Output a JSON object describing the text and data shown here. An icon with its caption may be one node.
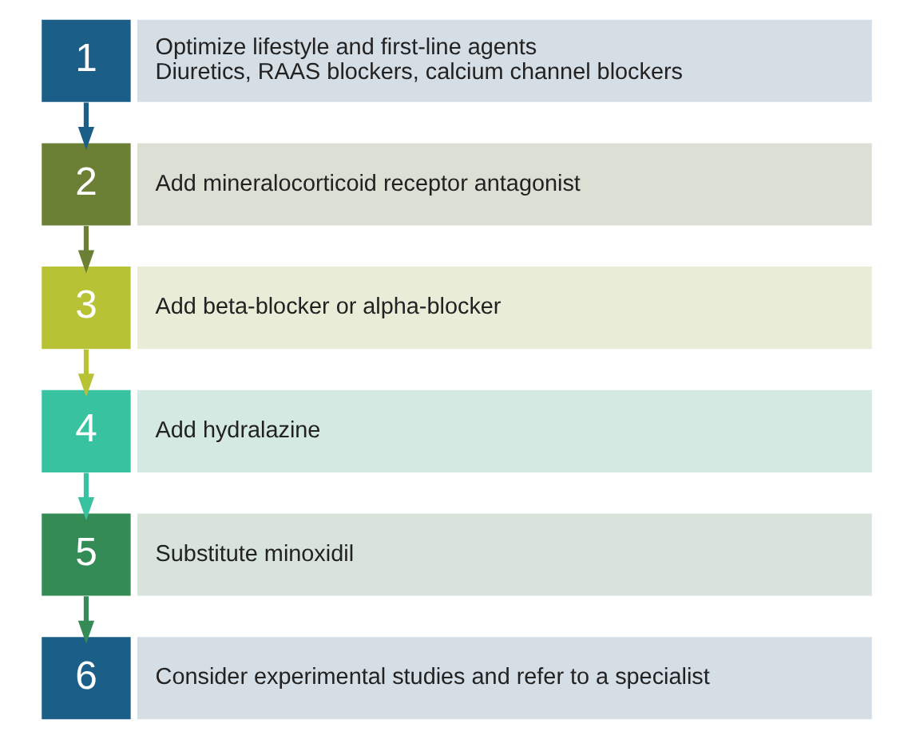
{
  "diagram": {
    "nodes": [
      {
        "text": [
          "1"
        ]
      },
      {
        "text": [
          "Optimize lifestyle and first-line agents",
          "Diuretics, RAAS blockers, calcium channel blockers"
        ]
      },
      {
        "text": [
          "2"
        ]
      },
      {
        "text": [
          "Add mineralocorticoid receptor antagonist"
        ]
      },
      {
        "text": [
          "3"
        ]
      },
      {
        "text": [
          "Add beta-blocker or alpha-blocker"
        ]
      },
      {
        "text": [
          "4"
        ]
      },
      {
        "text": [
          "Add hydralazine"
        ]
      },
      {
        "text": [
          "5"
        ]
      },
      {
        "text": [
          "Substitute minoxidil"
        ]
      },
      {
        "text": [
          "6"
        ]
      },
      {
        "text": [
          "Consider experimental studies and refer to a specialist"
        ]
      }
    ],
    "edges": [
      {
        "from": 0,
        "to": 2,
        "arrow": "to",
        "color": "#1b5e87"
      },
      {
        "from": 2,
        "to": 4,
        "arrow": "to",
        "color": "#6b7f35"
      },
      {
        "from": 4,
        "to": 6,
        "arrow": "to",
        "color": "#b7c235"
      },
      {
        "from": 6,
        "to": 8,
        "arrow": "to",
        "color": "#38c29f"
      },
      {
        "from": 8,
        "to": 10,
        "arrow": "to",
        "color": "#348b55"
      }
    ]
  }
}
